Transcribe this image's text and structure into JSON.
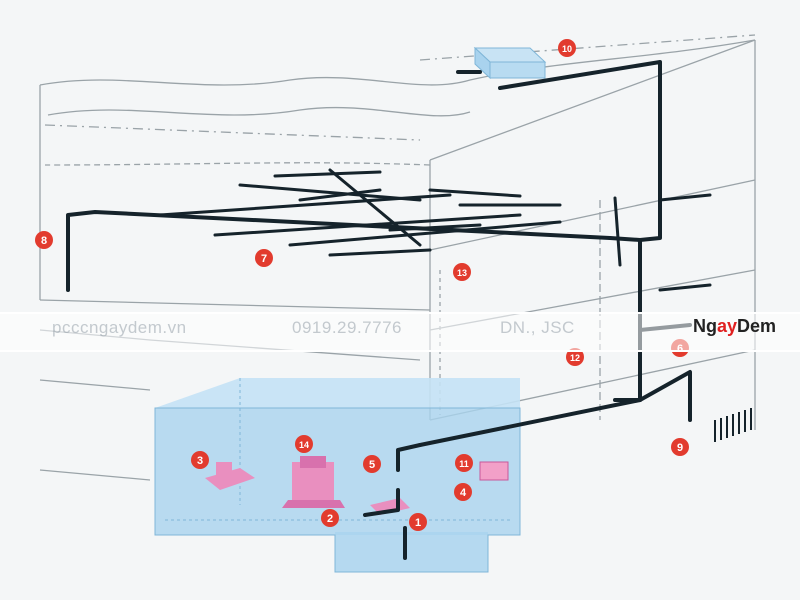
{
  "markers": [
    "1",
    "2",
    "3",
    "4",
    "5",
    "6",
    "7",
    "8",
    "9",
    "10",
    "11",
    "12",
    "13",
    "14"
  ],
  "watermark": {
    "website": "pcccngaydem.vn",
    "phone": "0919.29.7776",
    "company": "DN., JSC",
    "brand_part1": "Ng",
    "brand_part2": "ay",
    "brand_part3": "Dem"
  },
  "colors": {
    "pipe": "#15232b",
    "marker_fill": "#e23b2e",
    "tank": "#a9d3ee",
    "equipment": "#e98fbf",
    "wall_line": "#9aa3a8",
    "brand_accent": "#e02020"
  }
}
